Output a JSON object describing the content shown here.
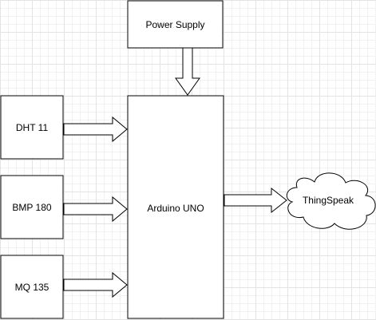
{
  "diagram": {
    "power_supply": "Power Supply",
    "dht": "DHT 11",
    "bmp": "BMP 180",
    "mq": "MQ 135",
    "controller": "Arduino UNO",
    "cloud": "ThingSpeak"
  },
  "colors": {
    "stroke": "#000000",
    "fill": "#ffffff"
  }
}
